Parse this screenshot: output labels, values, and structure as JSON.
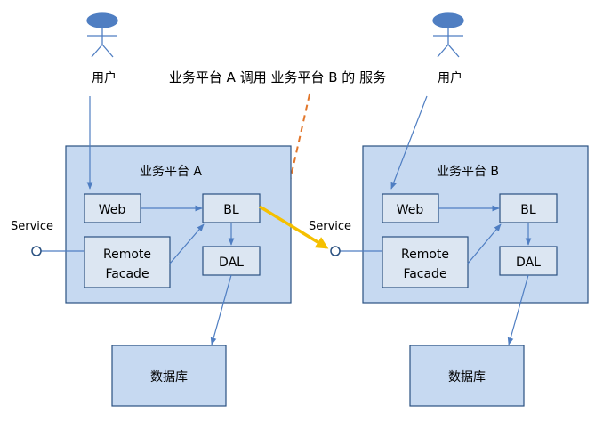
{
  "colors": {
    "platform_fill": "#c6d9f1",
    "platform_stroke": "#2a5181",
    "box_fill": "#dce6f2",
    "box_stroke": "#2a5181",
    "connector": "#4f7ec2",
    "actor_fill": "#4f7ec2",
    "call_arrow": "#f5c000",
    "annotation_dash": "#e2762a"
  },
  "annotation": "业务平台 A 调用 业务平台 B 的 服务",
  "platforms": [
    {
      "title": "业务平台 A",
      "user_label": "用户",
      "service_label": "Service",
      "web_label": "Web",
      "bl_label": "BL",
      "dal_label": "DAL",
      "remote_line1": "Remote",
      "remote_line2": "Facade",
      "db_label": "数据库"
    },
    {
      "title": "业务平台 B",
      "user_label": "用户",
      "service_label": "Service",
      "web_label": "Web",
      "bl_label": "BL",
      "dal_label": "DAL",
      "remote_line1": "Remote",
      "remote_line2": "Facade",
      "db_label": "数据库"
    }
  ]
}
